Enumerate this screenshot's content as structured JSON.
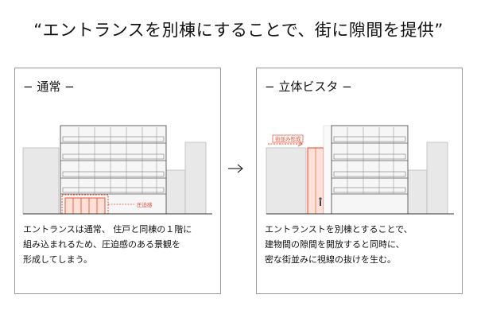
{
  "title": "“エントランスを別棟にすることで、街に隙間を提供”",
  "colors": {
    "accent": "#e8462c",
    "building": "#f2f2f2",
    "neighbor": "#e6e6e6",
    "line": "#555555"
  },
  "left": {
    "heading": "− 通常 −",
    "annotation": "圧迫感",
    "text_lines": [
      "エントランスは通常、 住戸と同棟の１階に",
      "組み込まれるため、圧迫感のある景観を",
      "形成してしまう。"
    ]
  },
  "right": {
    "heading": "− 立体ビスタ −",
    "annotation": "街並み形成",
    "text_lines": [
      "エントランストを別棟とすることで、",
      "建物間の隙間を開放すると同時に、",
      "密な街並みに視線の抜けを生む。"
    ]
  },
  "arrow_icon": "right-arrow-icon"
}
